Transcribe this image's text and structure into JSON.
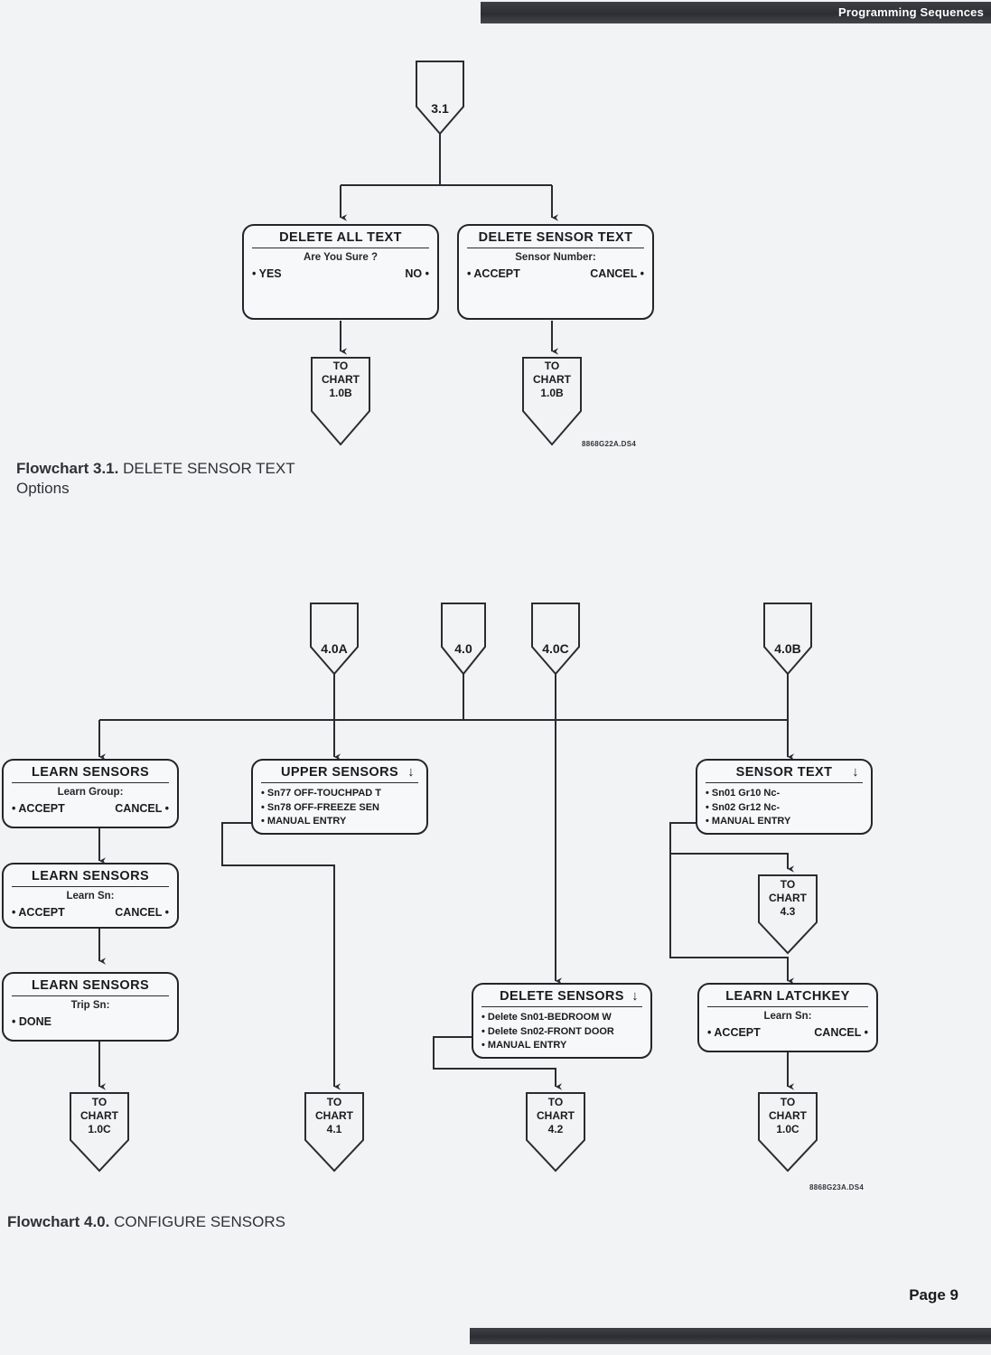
{
  "header": {
    "title": "Programming Sequences"
  },
  "footer": {
    "page_label": "Page 9"
  },
  "flowchart_31": {
    "caption_bold": "Flowchart 3.1.",
    "caption_rest": " DELETE SENSOR TEXT",
    "caption_line2": "Options",
    "part_number": "8868G22A.DS4",
    "entry": {
      "label": "3.1"
    },
    "boxes": [
      {
        "title": "DELETE ALL TEXT",
        "subtitle": "Are You Sure ?",
        "left_option": "• YES",
        "right_option": "NO •"
      },
      {
        "title": "DELETE SENSOR TEXT",
        "subtitle": "Sensor Number:",
        "left_option": "• ACCEPT",
        "right_option": "CANCEL •"
      }
    ],
    "exits": [
      {
        "l1": "TO",
        "l2": "CHART",
        "l3": "1.0B"
      },
      {
        "l1": "TO",
        "l2": "CHART",
        "l3": "1.0B"
      }
    ]
  },
  "flowchart_40": {
    "caption_bold": "Flowchart 4.0.",
    "caption_rest": " CONFIGURE SENSORS",
    "part_number": "8868G23A.DS4",
    "entries": [
      {
        "label": "4.0A"
      },
      {
        "label": "4.0"
      },
      {
        "label": "4.0C"
      },
      {
        "label": "4.0B"
      }
    ],
    "learn_sensors_group": {
      "title": "LEARN SENSORS",
      "subtitle": "Learn Group:",
      "left_option": "•  ACCEPT",
      "right_option": "CANCEL •"
    },
    "learn_sensors_sn": {
      "title": "LEARN SENSORS",
      "subtitle": "Learn Sn:",
      "left_option": "•  ACCEPT",
      "right_option": "CANCEL •"
    },
    "learn_sensors_trip": {
      "title": "LEARN SENSORS",
      "subtitle": "Trip Sn:",
      "single_option": "• DONE"
    },
    "upper_sensors": {
      "title": "UPPER SENSORS",
      "down_arrow": "↓",
      "items": [
        "• Sn77 OFF-TOUCHPAD T",
        "• Sn78 OFF-FREEZE SEN",
        "• MANUAL ENTRY"
      ]
    },
    "sensor_text": {
      "title": "SENSOR TEXT",
      "down_arrow": "↓",
      "items": [
        "• Sn01 Gr10 Nc-",
        "• Sn02 Gr12 Nc-",
        "• MANUAL ENTRY"
      ]
    },
    "delete_sensors": {
      "title": "DELETE SENSORS",
      "down_arrow": "↓",
      "items": [
        "• Delete Sn01-BEDROOM W",
        "• Delete Sn02-FRONT DOOR",
        "• MANUAL ENTRY"
      ]
    },
    "learn_latchkey": {
      "title": "LEARN LATCHKEY",
      "subtitle": "Learn Sn:",
      "left_option": "• ACCEPT",
      "right_option": "CANCEL •"
    },
    "chart_43": {
      "l1": "TO",
      "l2": "CHART",
      "l3": "4.3"
    },
    "exits": [
      {
        "l1": "TO",
        "l2": "CHART",
        "l3": "1.0C"
      },
      {
        "l1": "TO",
        "l2": "CHART",
        "l3": "4.1"
      },
      {
        "l1": "TO",
        "l2": "CHART",
        "l3": "4.2"
      },
      {
        "l1": "TO",
        "l2": "CHART",
        "l3": "1.0C"
      }
    ]
  }
}
